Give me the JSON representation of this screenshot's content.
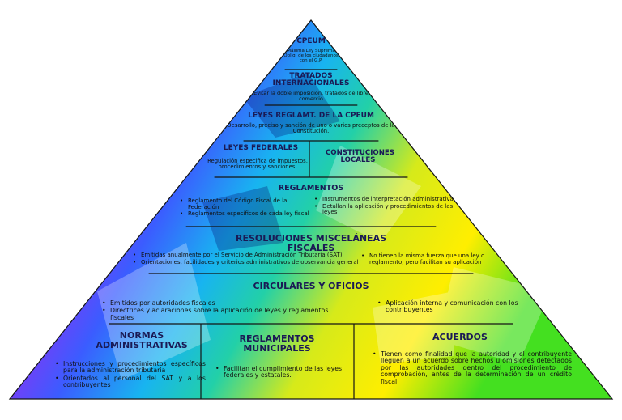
{
  "levels": {
    "cpeum": {
      "title": "CPEUM",
      "desc": "Máxima Ley Suprema Oblig. de los ciudadanos con el G.P."
    },
    "tratados": {
      "title": "TRATADOS INTERNACIONALES",
      "desc": "Evitar la doble imposición, tratados de libre comercio"
    },
    "leyes_reglamt": {
      "title": "LEYES REGLAMT. DE LA CPEUM",
      "desc": "Desarrollo, preciso y sanción de uno o varios preceptos de la Constitución."
    },
    "leyes_federales": {
      "title": "LEYES FEDERALES",
      "desc": "Regulación especifica de impuestos, procedimientos y sanciones."
    },
    "constituciones_locales": {
      "title": "CONSTITUCIONES LOCALES"
    },
    "reglamentos": {
      "title": "REGLAMENTOS",
      "left_bullets": [
        "Reglamento del Código Fiscal de la Federación",
        "Reglamentos específicos de cada ley fiscal"
      ],
      "right_bullets": [
        "Instrumentos de interpretación administrativa",
        "Detallan la aplicación y procedimientos de las leyes"
      ]
    },
    "resoluciones": {
      "title": "RESOLUCIONES  MISCELÁNEAS FISCALES",
      "left_bullets": [
        "Emitidas anualmente por el Servicio de Administración Tributaria (SAT)",
        "Orientaciones, facilidades y criterios administrativos de observancia general"
      ],
      "right_bullets": [
        "No tienen la misma fuerza que una ley o reglamento, pero facilitan su aplicación"
      ]
    },
    "circulares": {
      "title": "CIRCULARES Y OFICIOS",
      "left_bullets": [
        "Emitidos por autoridades fiscales",
        "Directrices y aclaraciones sobre la aplicación de leyes y reglamentos fiscales"
      ],
      "right_bullets": [
        "Aplicación interna y comunicación con los contribuyentes"
      ]
    },
    "normas": {
      "title": "NORMAS ADMINISTRATIVAS",
      "bullets": [
        "Instrucciones y procedimientos específicos para la administración tributaria",
        "Orientados al personal del SAT y a los contribuyentes"
      ]
    },
    "reglamentos_municipales": {
      "title": "REGLAMENTOS MUNICIPALES",
      "bullets": [
        "Facilitan el cumplimiento de las leyes federales y estatales."
      ]
    },
    "acuerdos": {
      "title": "ACUERDOS",
      "bullets": [
        "Tienen como finalidad que la autoridad y el contribuyente lleguen a un acuerdo sobre hechos u omisiones detectados por las autoridades dentro del procedimiento de comprobación, antes de la determinación de un crédito fiscal."
      ]
    }
  },
  "colors": {
    "magenta": "#ff00e6",
    "purple": "#8a2be2",
    "blue": "#2f6bff",
    "cyan": "#00c8e6",
    "yellow": "#ffee00",
    "green": "#33dd22",
    "line": "#141414"
  }
}
